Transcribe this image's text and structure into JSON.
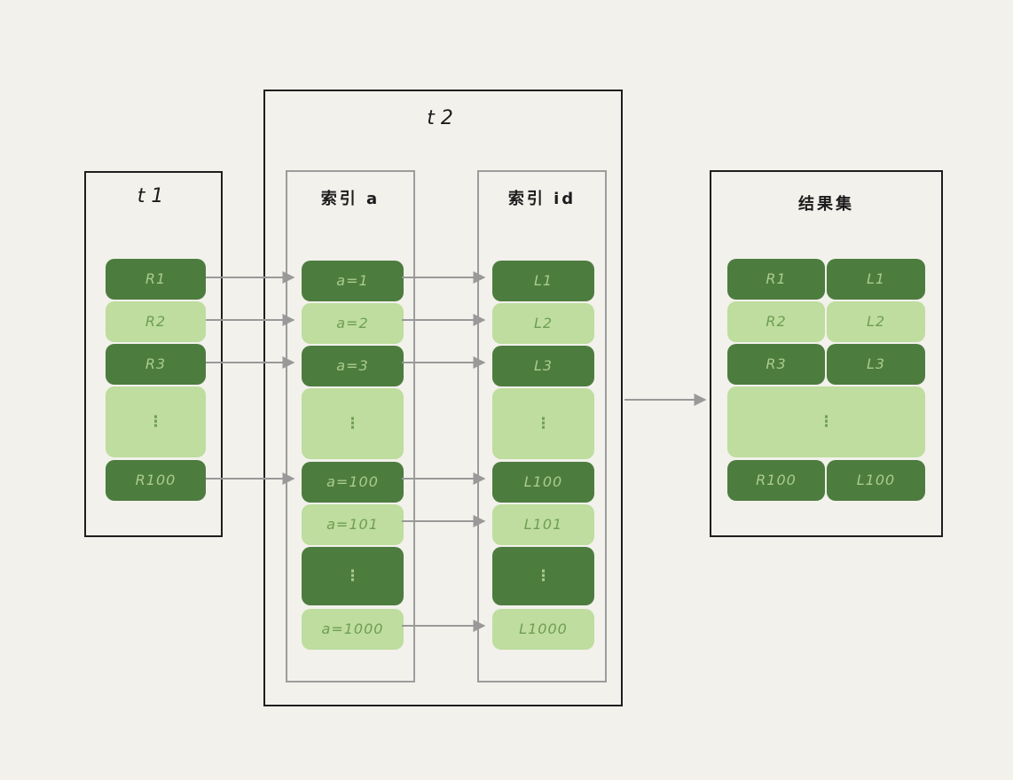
{
  "diagram": {
    "description_title": "index lookup join diagram",
    "colors": {
      "background": "#f2f1ec",
      "dark_green": "#4d7c3f",
      "light_green": "#bedd9e",
      "text_on_dark": "#a9cc8b",
      "text_on_light": "#6f9e53",
      "arrow_gray": "#999999",
      "outer_border_black": "#1e1e1e",
      "inner_border_gray": "#9c9c9c"
    }
  },
  "t1": {
    "title": "t1",
    "rows": [
      "R1",
      "R2",
      "R3",
      "⋮",
      "R100"
    ]
  },
  "t2": {
    "title": "t2",
    "index_a": {
      "title": "索引 a",
      "rows": [
        "a=1",
        "a=2",
        "a=3",
        "⋮",
        "a=100",
        "a=101",
        "⋮",
        "a=1000"
      ]
    },
    "index_id": {
      "title": "索引 id",
      "rows": [
        "L1",
        "L2",
        "L3",
        "⋮",
        "L100",
        "L101",
        "⋮",
        "L1000"
      ]
    }
  },
  "result_set": {
    "title": "结果集",
    "pairs": [
      [
        "R1",
        "L1"
      ],
      [
        "R2",
        "L2"
      ],
      [
        "R3",
        "L3"
      ],
      [
        "R100",
        "L100"
      ]
    ],
    "ellipsis": "⋮"
  }
}
